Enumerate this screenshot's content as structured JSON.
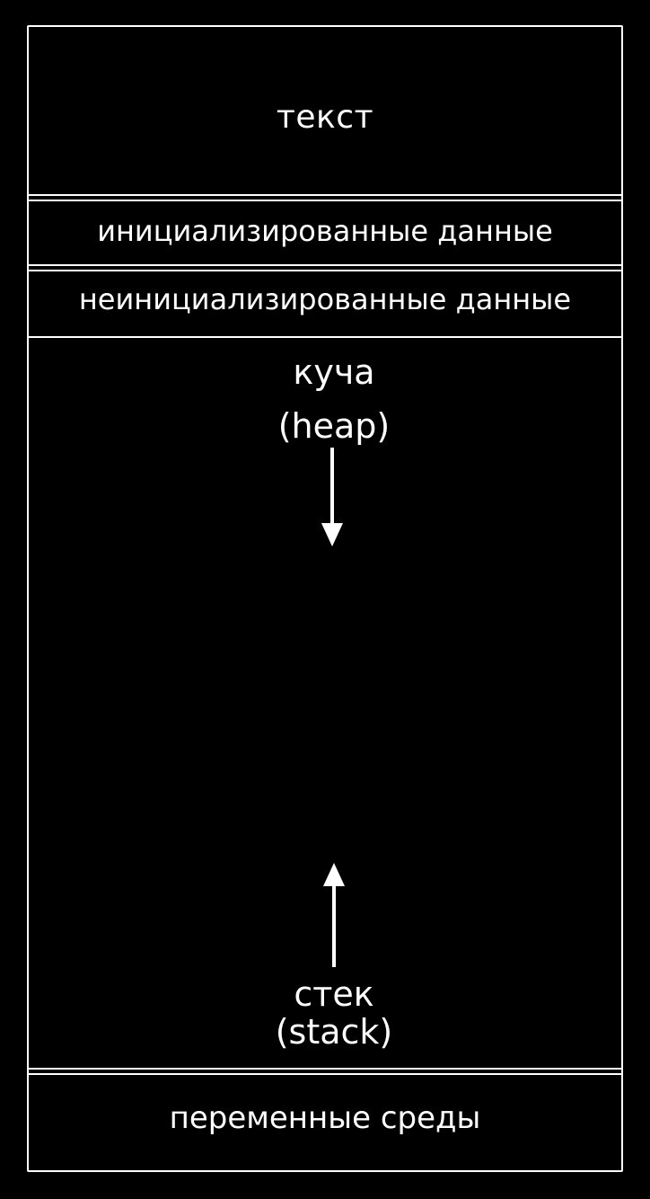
{
  "colors": {
    "background": "#000000",
    "foreground": "#ffffff"
  },
  "segments": {
    "text": "текст",
    "initialized_data": "инициализированные данные",
    "uninitialized_data": "неинициализированные данные",
    "heap": {
      "name": "куча",
      "alias": "(heap)"
    },
    "stack": {
      "name": "стек",
      "alias": "(stack)"
    },
    "environment": "переменные среды"
  },
  "icons": {
    "heap_growth": "arrow-down-icon",
    "stack_growth": "arrow-up-icon"
  }
}
